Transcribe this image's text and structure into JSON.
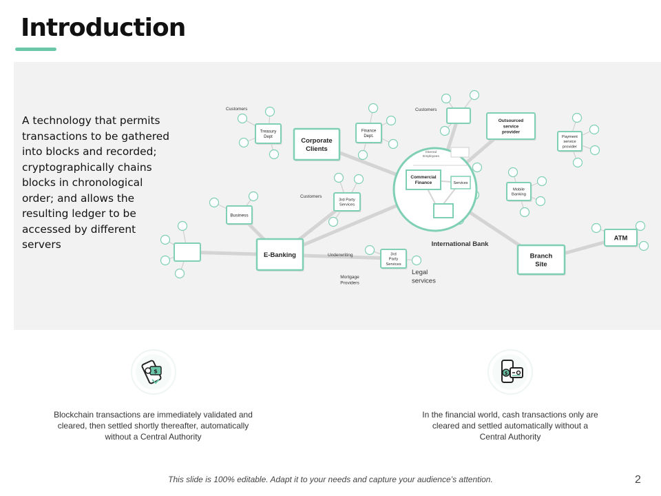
{
  "slide": {
    "title": "Introduction",
    "intro": "A technology that permits transactions to be gathered into blocks and recorded; cryptographically chains blocks in chronological order; and allows the resulting ledger to be accessed by different servers",
    "footer": "This slide is 100% editable. Adapt it to your needs and capture your audience’s attention.",
    "page_number": "2",
    "accent_color": "#6cc7aa"
  },
  "diagram": {
    "hub_label": "International Bank",
    "hub_inner": {
      "internal_employees": "Internal Employees",
      "commercial_finance": "Commercial Finance",
      "services": "Services"
    },
    "nodes": {
      "corporate_clients": "Corporate Clients",
      "e_banking": "E-Banking",
      "branch_site": "Branch Site",
      "atm": "ATM",
      "outsourced_provider": "Outsourced service provider",
      "treasury_dept": "Treasury Dept",
      "finance_dept": "Finance Dept.",
      "business": "Business",
      "third_party_services_1": "3rd Party Services",
      "third_party_services_2": "3rd Party Services",
      "mobile_banking": "Mobile Banking",
      "payment_provider": "Payment service provider"
    },
    "free_labels": {
      "customers_1": "Customers",
      "customers_2": "Customers",
      "customers_3": "Customers",
      "underwriting": "Underwriting",
      "mortgage_providers": "Mortgage Providers",
      "legal_services": "Legal services"
    }
  },
  "captions": {
    "left": "Blockchain transactions are immediately validated and cleared, then settled shortly thereafter, automatically without a Central Authority",
    "right": "In the financial world, cash transactions only are cleared and settled automatically without a Central Authority"
  },
  "icons": {
    "left": "mobile-payment-icon",
    "right": "mobile-wallet-icon"
  }
}
